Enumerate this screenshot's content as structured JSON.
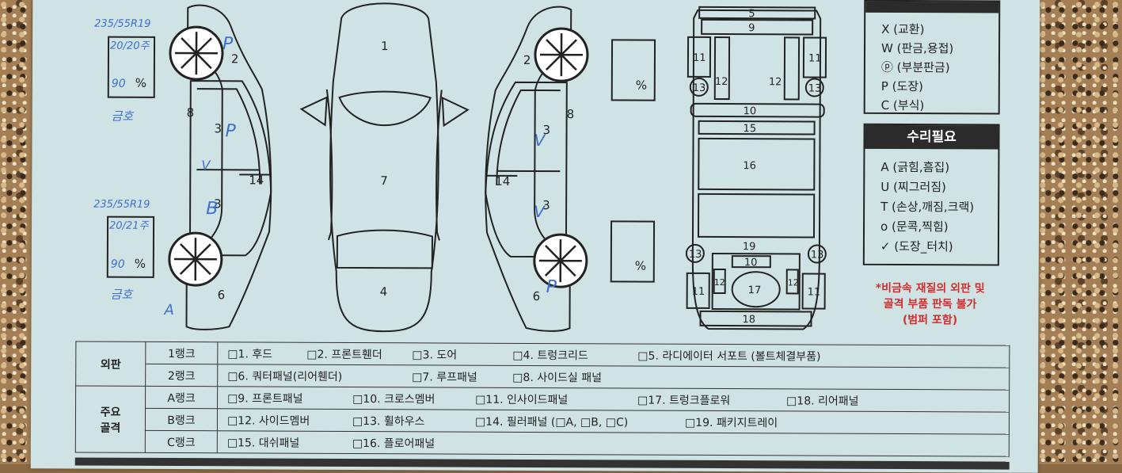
{
  "legend": {
    "header": "",
    "items": [
      "X (교환)",
      "W (판금,용접)",
      "ⓟ (부분판금)",
      "P (도장)",
      "C (부식)"
    ],
    "repair_header": "수리필요",
    "repair_items": [
      "A (긁힘,흠집)",
      "U (찌그러짐)",
      "T (손상,깨짐,크랙)",
      "o (문콕,찍힘)",
      "✓ (도장_터치)"
    ]
  },
  "note": [
    "*비금속 재질의 외판 및",
    "골격 부품 판독 불가",
    "(범퍼 포함)"
  ],
  "diagram": {
    "left_side": [
      "2",
      "3",
      "3",
      "8",
      "14",
      "6"
    ],
    "top": [
      "1",
      "7",
      "4"
    ],
    "right_side": [
      "2",
      "3",
      "3",
      "8",
      "14",
      "6"
    ],
    "frame": [
      "5",
      "9",
      "11",
      "11",
      "12",
      "12",
      "13",
      "13",
      "10",
      "15",
      "16",
      "19",
      "13",
      "13",
      "10",
      "12",
      "17",
      "12",
      "11",
      "11",
      "18"
    ],
    "percent": "%"
  },
  "handwriting": {
    "front_tire": "235/55R19",
    "front_date": "20/20주",
    "front_pct": "90",
    "front_note": "금호",
    "rear_tire": "235/55R19",
    "rear_date": "20/21주",
    "rear_pct": "90",
    "rear_note": "금호",
    "marks_left": [
      "P",
      "P",
      "V",
      "B",
      "A"
    ],
    "marks_right": [
      "V",
      "V",
      "P"
    ]
  },
  "table": {
    "groups": [
      "외판",
      "주요\n골격"
    ],
    "group1": "외판",
    "group2a": "주요",
    "group2b": "골격",
    "rows": [
      {
        "rank": "1랭크",
        "items": [
          "□1. 후드",
          "□2. 프론트휀더",
          "□3. 도어",
          "□4. 트렁크리드",
          "□5. 라디에이터 서포트 (볼트체결부품)"
        ]
      },
      {
        "rank": "2랭크",
        "items": [
          "□6. 쿼터패널(리어휀더)",
          "□7. 루프패널",
          "□8. 사이드실 패널"
        ]
      },
      {
        "rank": "A랭크",
        "items": [
          "□9. 프론트패널",
          "□10. 크로스멤버",
          "□11. 인사이드패널",
          "□17. 트렁크플로워",
          "□18. 리어패널"
        ]
      },
      {
        "rank": "B랭크",
        "items": [
          "□12. 사이드멤버",
          "□13. 휠하우스",
          "□14. 필러패널 (□A, □B, □C)",
          "□19. 패키지트레이"
        ]
      },
      {
        "rank": "C랭크",
        "items": [
          "□15. 대쉬패널",
          "□16. 플로어패널"
        ]
      }
    ]
  },
  "colors": {
    "paper": "#cfe3e4",
    "ink": "#222222",
    "pen": "#3f6fd0",
    "note": "#d32f2f"
  }
}
